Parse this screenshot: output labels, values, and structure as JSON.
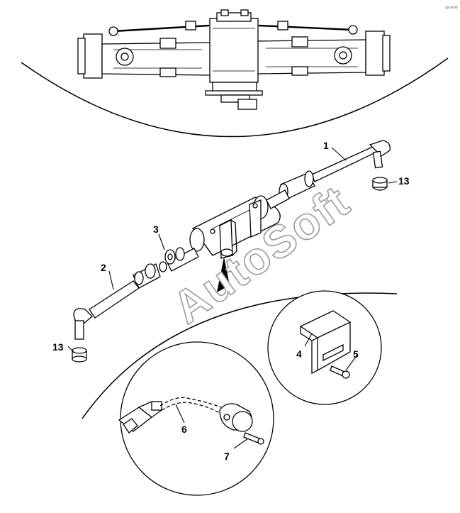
{
  "diagram": {
    "callouts": [
      {
        "id": "callout-1",
        "label": "1"
      },
      {
        "id": "callout-2",
        "label": "2"
      },
      {
        "id": "callout-3",
        "label": "3"
      },
      {
        "id": "callout-4",
        "label": "4"
      },
      {
        "id": "callout-5",
        "label": "5"
      },
      {
        "id": "callout-6",
        "label": "6"
      },
      {
        "id": "callout-7",
        "label": "7"
      },
      {
        "id": "callout-13a",
        "label": "13"
      },
      {
        "id": "callout-13b",
        "label": "13"
      }
    ],
    "watermark": "AutoSoft",
    "corner_code": "sp-xx00"
  }
}
